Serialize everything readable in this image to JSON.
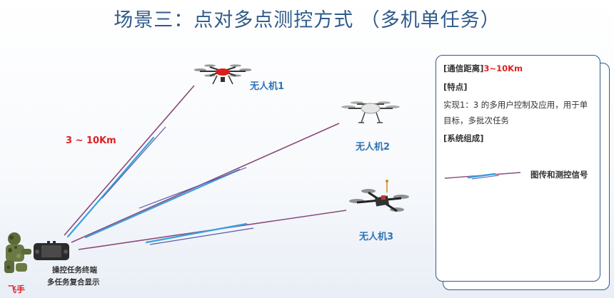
{
  "title": "场景三：点对多点测控方式 （多机单任务）",
  "drones": [
    {
      "label": "无人机1",
      "icon": "hexacopter-drone-icon"
    },
    {
      "label": "无人机2",
      "icon": "quadcopter-drone-icon"
    },
    {
      "label": "无人机3",
      "icon": "fpv-drone-icon"
    }
  ],
  "range_label": "3 ~ 10Km",
  "terminal": {
    "line1": "操控任务终端",
    "line2": "多任务复合显示",
    "icon": "ground-control-terminal-icon"
  },
  "pilot": {
    "label": "飞手",
    "icon": "soldier-pilot-icon"
  },
  "info_card": {
    "distance_key": "[通信距离]",
    "distance_value": "3~10Km",
    "features_key": "[特点]",
    "features_text": "实现1：3 的多用户控制及应用，用于单目标，多批次任务",
    "system_key": "[系统组成]",
    "legend_label": "图传和测控信号"
  },
  "colors": {
    "title": "#2f5b8a",
    "accent_red": "#e01f1f",
    "drone_label": "#2f74b5",
    "link_purple": "#8a4a7a",
    "link_blue": "#3aa0e0"
  }
}
